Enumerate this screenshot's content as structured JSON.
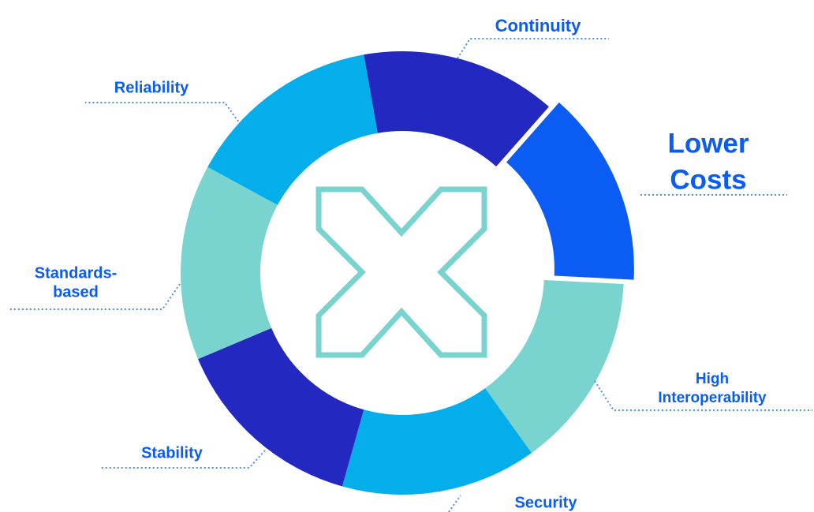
{
  "diagram": {
    "segments": [
      {
        "id": "continuity",
        "lines": [
          "Continuity"
        ],
        "color": "#2228c0",
        "emphasis": false
      },
      {
        "id": "lower-costs",
        "lines": [
          "Lower",
          "Costs"
        ],
        "color": "#0a5cf5",
        "emphasis": true
      },
      {
        "id": "high-interoperability",
        "lines": [
          "High",
          "Interoperability"
        ],
        "color": "#79d3cf",
        "emphasis": false
      },
      {
        "id": "security",
        "lines": [
          "Security"
        ],
        "color": "#03aeea",
        "emphasis": false
      },
      {
        "id": "stability",
        "lines": [
          "Stability"
        ],
        "color": "#2228c0",
        "emphasis": false
      },
      {
        "id": "standards-based",
        "lines": [
          "Standards-",
          "based"
        ],
        "color": "#79d3cf",
        "emphasis": false
      },
      {
        "id": "reliability",
        "lines": [
          "Reliability"
        ],
        "color": "#03aeea",
        "emphasis": false
      }
    ],
    "label_color": "#0a5cf5",
    "leader_color": "#4a8fe8",
    "center_logo": {
      "icon": "x-logo-icon",
      "color": "#79d3cf"
    }
  }
}
